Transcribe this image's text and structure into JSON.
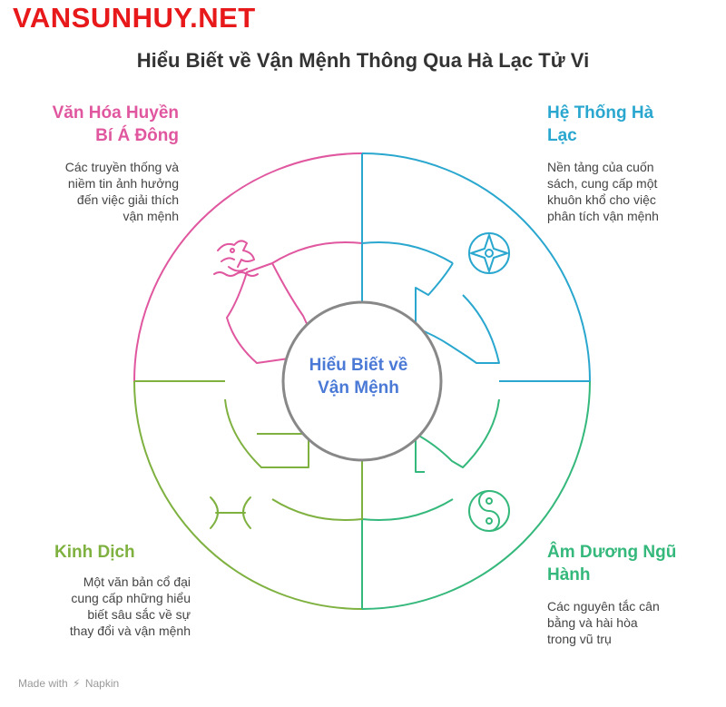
{
  "watermark": "VANSUNHUY.NET",
  "title": "Hiểu Biết về Vận Mệnh Thông Qua Hà Lạc Tử Vi",
  "center": {
    "line1": "Hiểu Biết về",
    "line2": "Vận Mệnh"
  },
  "sections": {
    "top_left": {
      "title_lines": [
        "Văn Hóa Huyền",
        "Bí Á Đông"
      ],
      "desc_lines": [
        "Các truyền thống và",
        "niềm tin ảnh hưởng",
        "đến việc giải thích",
        "vận mệnh"
      ],
      "icon": "dragon-icon",
      "color": "#e0579f"
    },
    "top_right": {
      "title_lines": [
        "Hệ Thống Hà",
        "Lạc"
      ],
      "desc_lines": [
        "Nền tảng của cuốn",
        "sách, cung cấp một",
        "khuôn khổ cho việc",
        "phân tích vận mệnh"
      ],
      "icon": "compass-icon",
      "color": "#2aa7cf"
    },
    "bottom_left": {
      "title_lines": [
        "Kinh Dịch"
      ],
      "desc_lines": [
        "Một văn bản cổ đại",
        "cung cấp những hiểu",
        "biết sâu sắc về sự",
        "thay đổi và vận mệnh"
      ],
      "icon": "pisces-icon",
      "color": "#7fb140"
    },
    "bottom_right": {
      "title_lines": [
        "Âm Dương Ngũ",
        "Hành"
      ],
      "desc_lines": [
        "Các nguyên tắc cân",
        "bằng và hài hòa",
        "trong vũ trụ"
      ],
      "icon": "yin-yang-icon",
      "color": "#35b87b"
    }
  },
  "footer": {
    "made_with": "Made with",
    "brand": "Napkin"
  },
  "colors": {
    "center_ring": "#888888",
    "center_text": "#4a79d6"
  }
}
